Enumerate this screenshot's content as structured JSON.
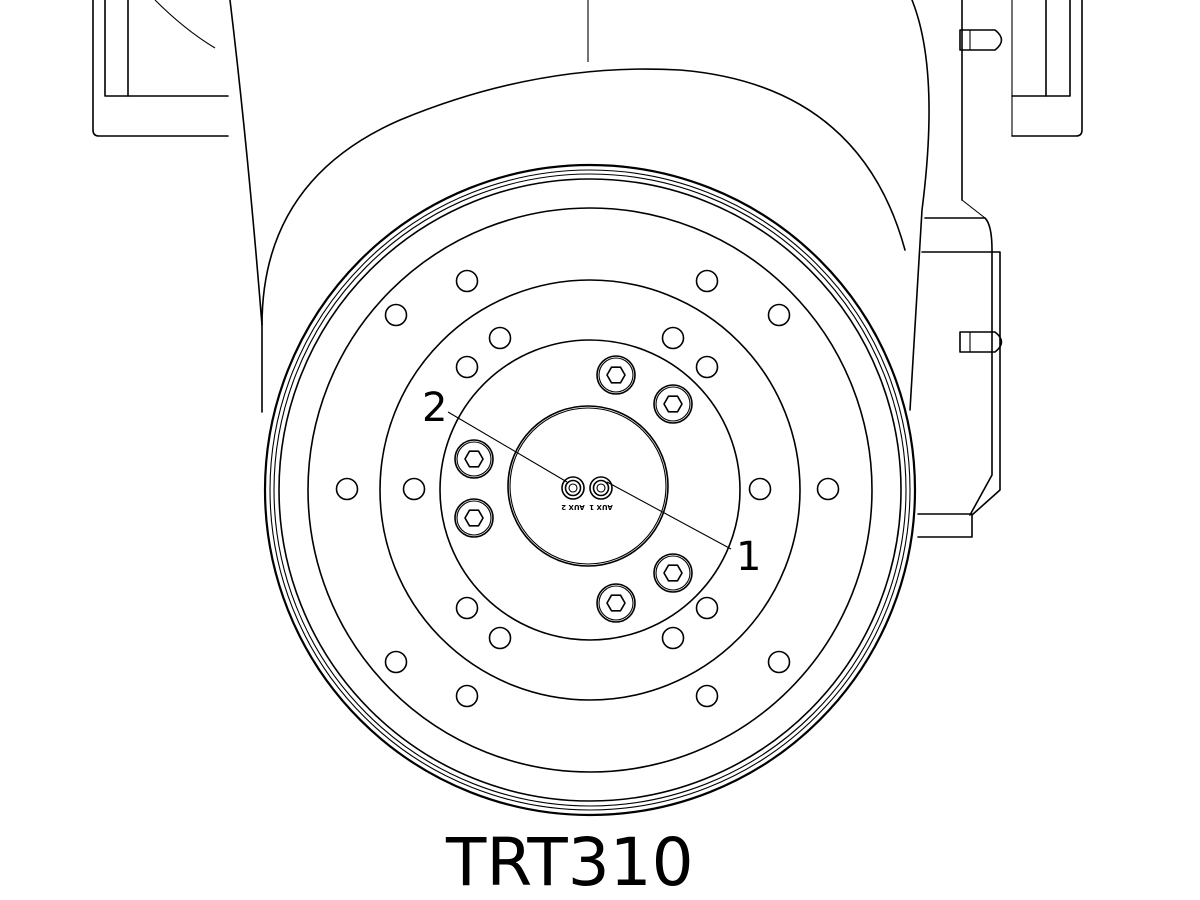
{
  "drawing": {
    "model_label": "TRT310",
    "callouts": [
      {
        "label": "1"
      },
      {
        "label": "2"
      }
    ],
    "ports": [
      {
        "label": "AUX 1"
      },
      {
        "label": "AUX 2"
      }
    ],
    "stroke_color": "#000000",
    "background_color": "#ffffff"
  }
}
